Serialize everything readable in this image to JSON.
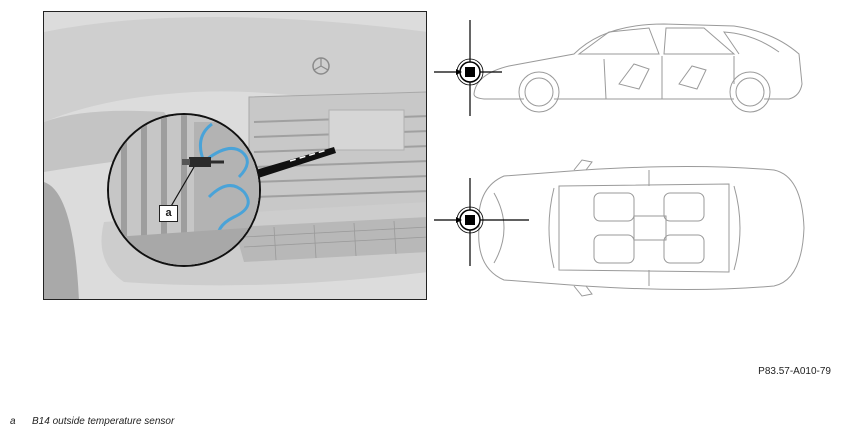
{
  "figure": {
    "callout_key": "a",
    "reference_code": "P83.57-A010-79"
  },
  "legend": {
    "items": [
      {
        "key": "a",
        "description": "B14 outside temperature sensor"
      }
    ]
  },
  "colors": {
    "car_body": "#d4d4d4",
    "car_shade": "#bdbdbd",
    "wiring": "#4aa3d8",
    "marker": "#000000",
    "line_art": "#9a9a9a"
  }
}
